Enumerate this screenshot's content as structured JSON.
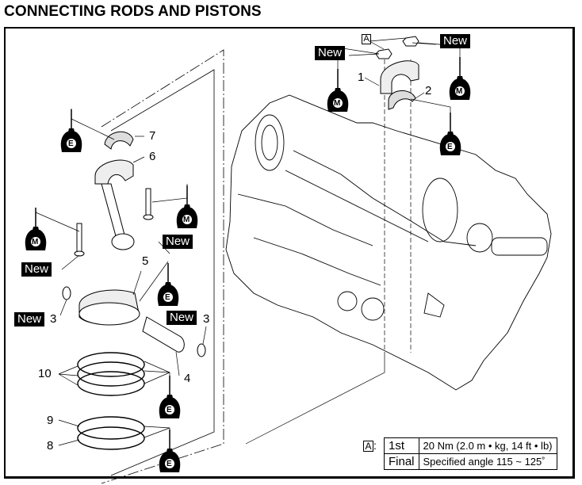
{
  "page": {
    "title": "CONNECTING RODS AND PISTONS"
  },
  "labels": {
    "new": "New",
    "ref_a": "A",
    "lubricant_engine_oil": "E",
    "lubricant_moly_grease": "M"
  },
  "callouts": [
    {
      "id": "1",
      "text": "1"
    },
    {
      "id": "2",
      "text": "2"
    },
    {
      "id": "3a",
      "text": "3"
    },
    {
      "id": "3b",
      "text": "3"
    },
    {
      "id": "4",
      "text": "4"
    },
    {
      "id": "5",
      "text": "5"
    },
    {
      "id": "6",
      "text": "6"
    },
    {
      "id": "7",
      "text": "7"
    },
    {
      "id": "8",
      "text": "8"
    },
    {
      "id": "9",
      "text": "9"
    },
    {
      "id": "10",
      "text": "10"
    }
  ],
  "spec_table": {
    "ref": "A",
    "rows": [
      {
        "step": "1st",
        "value": "20 Nm (2.0 m • kg, 14 ft • lb)"
      },
      {
        "step": "Final",
        "value": "Specified angle 115 ~ 125˚"
      }
    ]
  }
}
